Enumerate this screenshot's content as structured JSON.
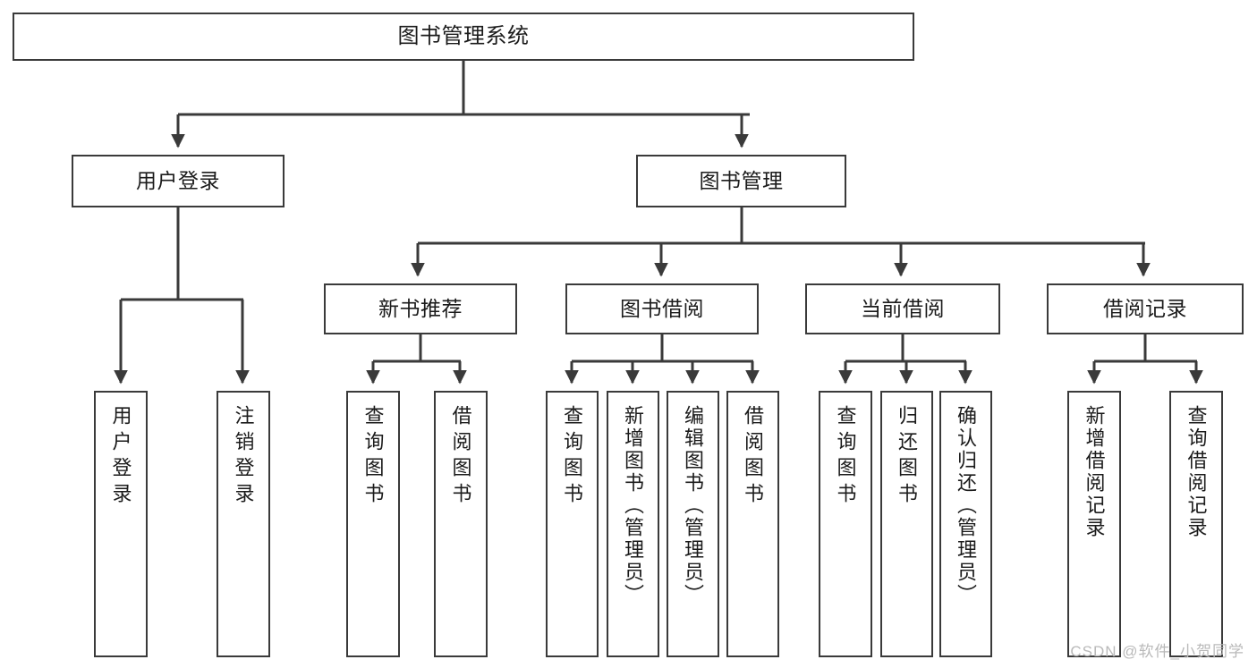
{
  "diagram": {
    "title": "图书管理系统",
    "type": "tree",
    "colors": {
      "node_border": "#3a3a3a",
      "node_fill": "#ffffff",
      "edge": "#3a3a3a",
      "text": "#1b1b1b",
      "watermark": "#b9b9b9",
      "background": "#ffffff"
    },
    "root": {
      "label": "图书管理系统"
    },
    "level2": [
      {
        "id": "user-login",
        "label": "用户登录"
      },
      {
        "id": "book-manage",
        "label": "图书管理"
      }
    ],
    "level3": [
      {
        "id": "new-book-recommend",
        "label": "新书推荐"
      },
      {
        "id": "book-borrow",
        "label": "图书借阅"
      },
      {
        "id": "current-borrow",
        "label": "当前借阅"
      },
      {
        "id": "borrow-record",
        "label": "借阅记录"
      }
    ],
    "leaves": {
      "user_login": [
        {
          "id": "leaf-user-login",
          "label": "用户登录"
        },
        {
          "id": "leaf-user-logout",
          "label": "注销登录"
        }
      ],
      "new_book_recommend": [
        {
          "id": "leaf-query-book-1",
          "label": "查询图书"
        },
        {
          "id": "leaf-borrow-book-1",
          "label": "借阅图书"
        }
      ],
      "book_borrow": [
        {
          "id": "leaf-query-book-2",
          "label": "查询图书"
        },
        {
          "id": "leaf-add-book",
          "label": "新增图书（管理员）"
        },
        {
          "id": "leaf-edit-book",
          "label": "编辑图书（管理员）"
        },
        {
          "id": "leaf-borrow-book-2",
          "label": "借阅图书"
        }
      ],
      "current_borrow": [
        {
          "id": "leaf-query-book-3",
          "label": "查询图书"
        },
        {
          "id": "leaf-return-book",
          "label": "归还图书"
        },
        {
          "id": "leaf-confirm-return",
          "label": "确认归还（管理员）"
        }
      ],
      "borrow_record": [
        {
          "id": "leaf-add-record",
          "label": "新增借阅记录"
        },
        {
          "id": "leaf-query-record",
          "label": "查询借阅记录"
        }
      ]
    }
  },
  "watermark": {
    "text": "CSDN @软件_小贺同学"
  }
}
